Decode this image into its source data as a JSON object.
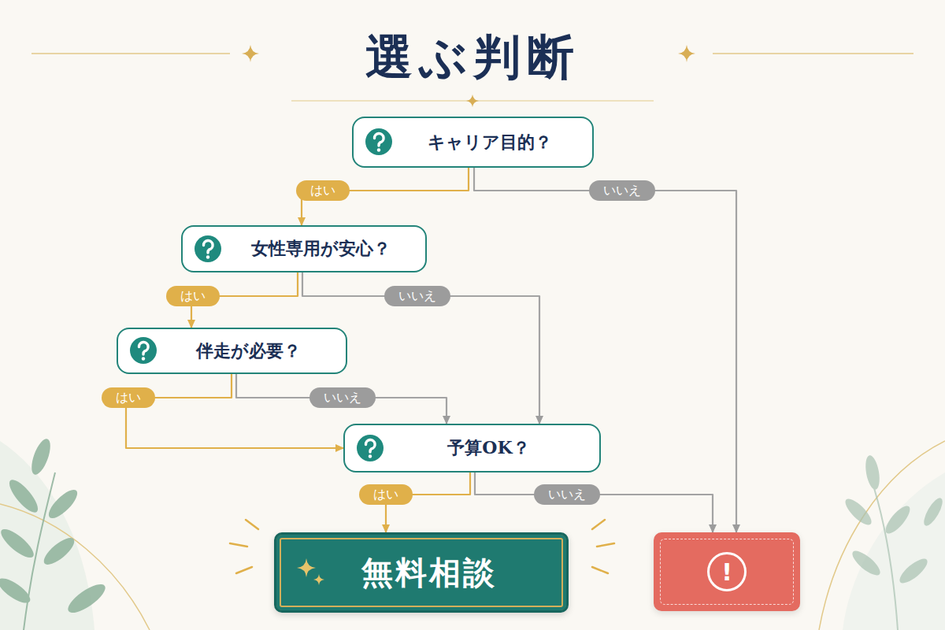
{
  "diagram": {
    "title": "選ぶ判断",
    "nodes": [
      {
        "text": [
          "キャリア目的？"
        ]
      },
      {
        "text": [
          "女性専用が安心？"
        ]
      },
      {
        "text": [
          "伴走が必要？"
        ]
      },
      {
        "text": [
          "予算OK？"
        ]
      },
      {
        "text": [
          "無料相談"
        ]
      },
      {
        "text": [
          "!"
        ]
      }
    ],
    "edges": [
      {
        "from": 0,
        "to": 1,
        "label": "はい",
        "arrow": "to"
      },
      {
        "from": 0,
        "to": 5,
        "label": "いいえ",
        "arrow": "to"
      },
      {
        "from": 1,
        "to": 2,
        "label": "はい",
        "arrow": "to"
      },
      {
        "from": 1,
        "to": 3,
        "label": "いいえ",
        "arrow": "to"
      },
      {
        "from": 2,
        "to": 3,
        "label": "はい",
        "arrow": "to"
      },
      {
        "from": 2,
        "to": 3,
        "label": "いいえ",
        "arrow": "to"
      },
      {
        "from": 3,
        "to": 4,
        "label": "はい",
        "arrow": "to"
      },
      {
        "from": 3,
        "to": 5,
        "label": "いいえ",
        "arrow": "to"
      }
    ]
  }
}
